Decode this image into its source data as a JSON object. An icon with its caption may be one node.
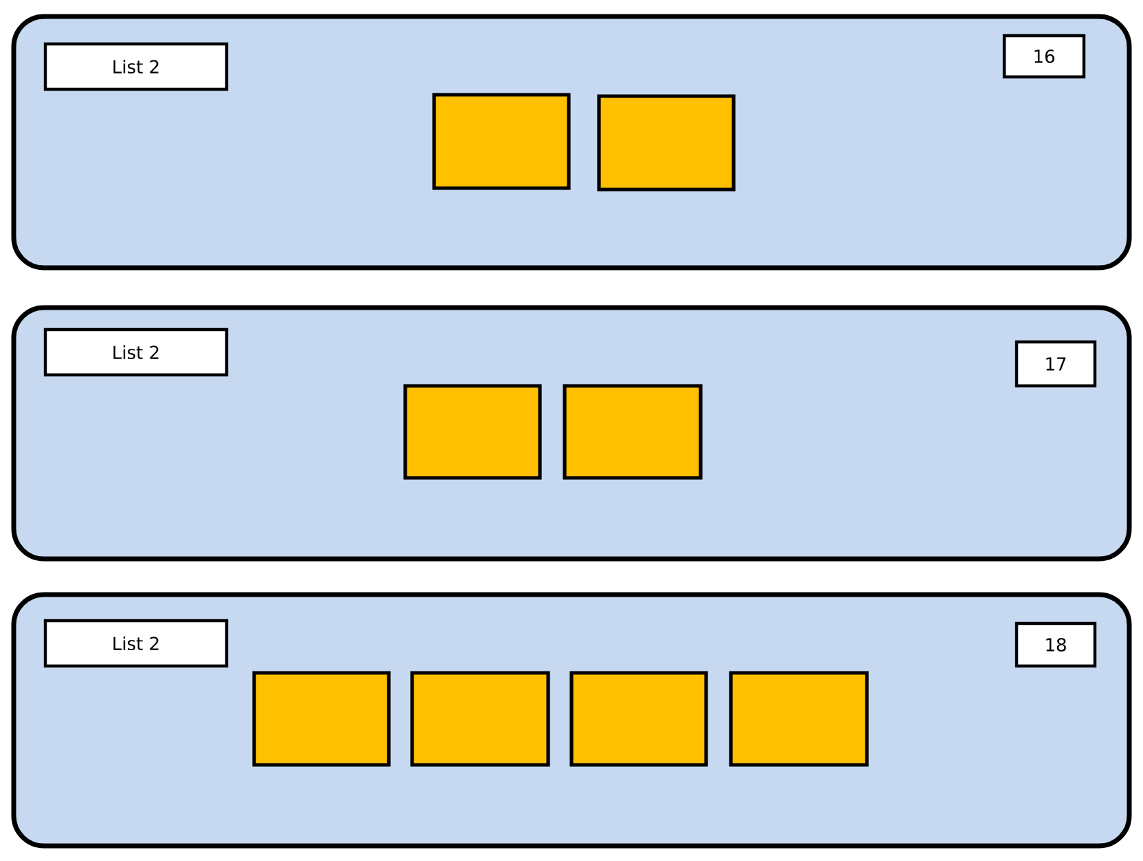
{
  "diagram": {
    "nodes": [
      {
        "text": [],
        "shape": "box"
      },
      {
        "text": [
          "List 2"
        ],
        "in": 0
      },
      {
        "text": [
          "16"
        ],
        "in": 0
      },
      {
        "text": [],
        "shape": "box",
        "in": 0
      },
      {
        "text": [],
        "shape": "box",
        "in": 0
      },
      {
        "text": [],
        "shape": "box"
      },
      {
        "text": [
          "List 2"
        ],
        "in": 5
      },
      {
        "text": [
          "17"
        ],
        "in": 5
      },
      {
        "text": [],
        "shape": "box",
        "in": 5
      },
      {
        "text": [],
        "shape": "box",
        "in": 5
      },
      {
        "text": [],
        "shape": "box"
      },
      {
        "text": [
          "List 2"
        ],
        "in": 10
      },
      {
        "text": [
          "18"
        ],
        "in": 10
      },
      {
        "text": [],
        "shape": "box",
        "in": 10
      },
      {
        "text": [],
        "shape": "box",
        "in": 10
      },
      {
        "text": [],
        "shape": "box",
        "in": 10
      },
      {
        "text": [],
        "shape": "box",
        "in": 10
      }
    ]
  }
}
